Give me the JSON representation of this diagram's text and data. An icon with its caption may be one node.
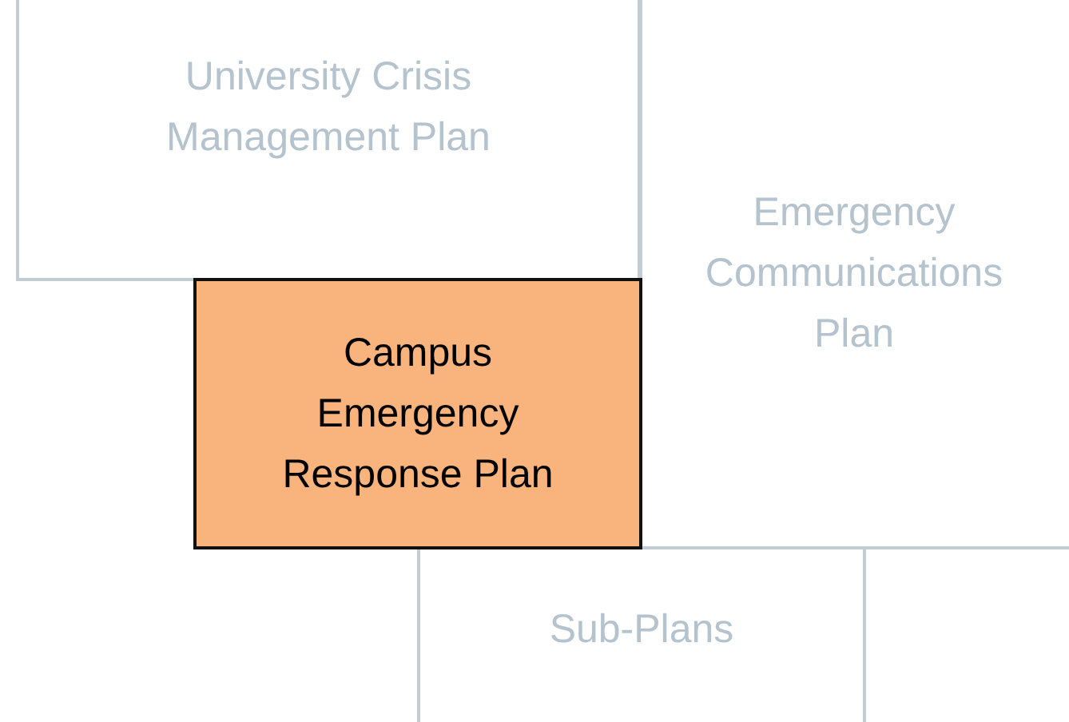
{
  "diagram": {
    "nodes": [
      {
        "text": [
          "University Crisis Management Plan"
        ]
      },
      {
        "text": [
          "Emergency Communications Plan"
        ]
      },
      {
        "text": [
          "Campus Emergency Response Plan"
        ]
      },
      {
        "text": [
          "Sub-Plans"
        ]
      }
    ],
    "edges": []
  }
}
